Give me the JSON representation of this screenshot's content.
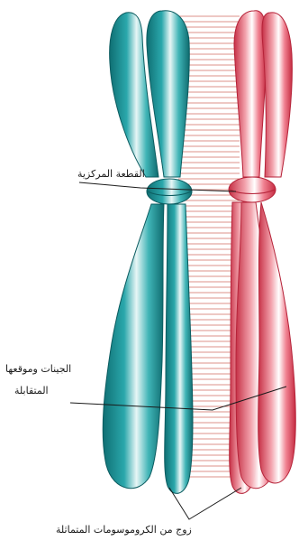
{
  "labels": {
    "centromere": "القطعة المركزية",
    "genes_line1": "الجينات وموقعها",
    "genes_line2": "المتقابلة",
    "chromosome_pair": "زوج من الكروموسومات المتماثلة"
  },
  "colors": {
    "left_chromosome": "#1f8f93",
    "right_chromosome": "#e0485c",
    "gene_lines": "#c0392b",
    "leader_lines": "#1a1a1a"
  }
}
